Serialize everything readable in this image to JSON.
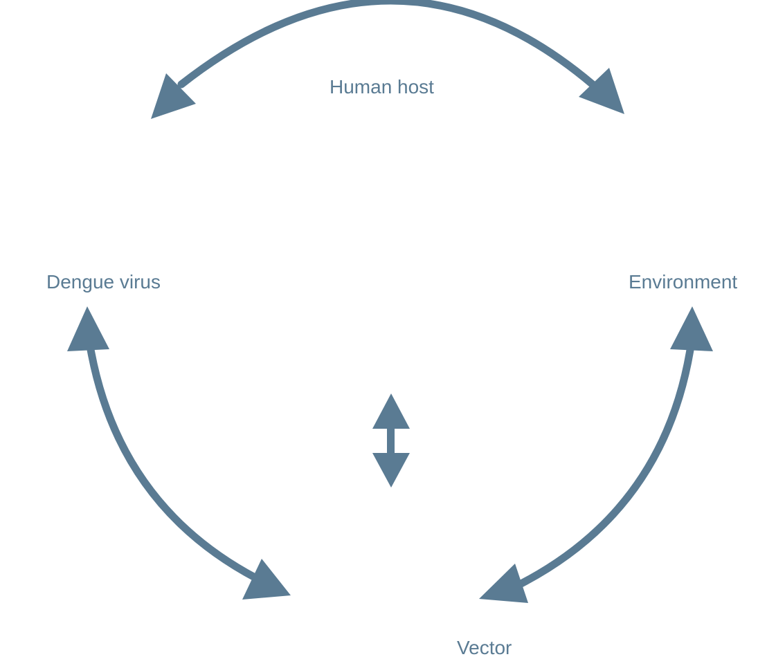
{
  "nodes": {
    "human_host": "Human host",
    "dengue_virus": "Dengue virus",
    "environment": "Environment",
    "vector": "Vector"
  },
  "colors": {
    "arrow": "#5a7b93",
    "text": "#5a7b93",
    "background": "#ffffff"
  }
}
